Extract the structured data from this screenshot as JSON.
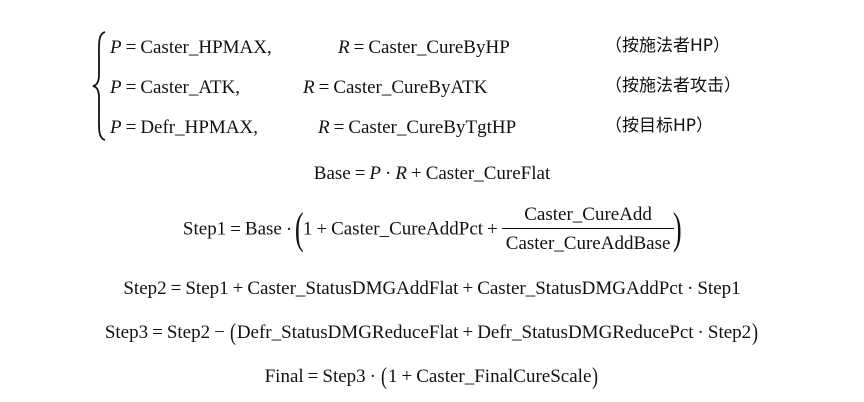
{
  "cases": [
    {
      "p_var": "P",
      "eq": "=",
      "p_val": "Caster_HPMAX,",
      "r_var": "R",
      "r_val": "Caster_CureByHP",
      "note": "（按施法者HP）"
    },
    {
      "p_var": "P",
      "eq": "=",
      "p_val": "Caster_ATK,",
      "r_var": "R",
      "r_val": "Caster_CureByATK",
      "note": "（按施法者攻击）"
    },
    {
      "p_var": "P",
      "eq": "=",
      "p_val": "Defr_HPMAX,",
      "r_var": "R",
      "r_val": "Caster_CureByTgtHP",
      "note": "（按目标HP）"
    }
  ],
  "base": {
    "lhs": "Base",
    "p": "P",
    "r": "R",
    "flat": "Caster_CureFlat"
  },
  "step1": {
    "lhs": "Step1",
    "base": "Base",
    "one": "1",
    "addpct": "Caster_CureAddPct",
    "num": "Caster_CureAdd",
    "den": "Caster_CureAddBase"
  },
  "step2": {
    "lhs": "Step2",
    "step1": "Step1",
    "flat": "Caster_StatusDMGAddFlat",
    "pct": "Caster_StatusDMGAddPct",
    "step1b": "Step1"
  },
  "step3": {
    "lhs": "Step3",
    "step2": "Step2",
    "flat": "Defr_StatusDMGReduceFlat",
    "pct": "Defr_StatusDMGReducePct",
    "step2b": "Step2"
  },
  "final": {
    "lhs": "Final",
    "step3": "Step3",
    "one": "1",
    "scale": "Caster_FinalCureScale"
  }
}
